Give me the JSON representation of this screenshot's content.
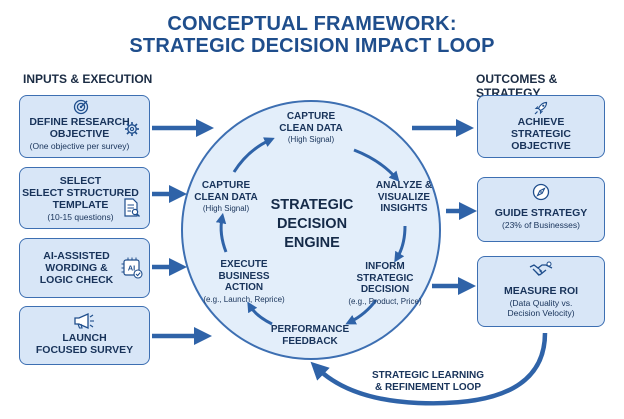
{
  "title": {
    "line1": "CONCEPTUAL FRAMEWORK:",
    "line2": "STRATEGIC DECISION IMPACT LOOP"
  },
  "inputs": {
    "heading": "INPUTS & EXECUTION",
    "items": [
      {
        "title": "DEFINE RESEARCH\nOBJECTIVE",
        "subtitle": "(One objective per survey)",
        "icon": "target-icon",
        "icon2": "gear-icon"
      },
      {
        "title": "SELECT\nSELECT STRUCTURED\nTEMPLATE",
        "subtitle": "(10-15 questions)",
        "icon": "document-search-icon"
      },
      {
        "title": "AI-ASSISTED\nWORDING &\nLOGIC CHECK",
        "subtitle": "",
        "icon": "ai-check-icon"
      },
      {
        "title": "LAUNCH\nFOCUSED SURVEY",
        "subtitle": "",
        "icon": "megaphone-icon"
      }
    ]
  },
  "outcomes": {
    "heading": "OUTCOMES & STRATEGY",
    "items": [
      {
        "title": "ACHIEVE\nSTRATEGIC\nOBJECTIVE",
        "subtitle": "",
        "icon": "rocket-icon"
      },
      {
        "title": "GUIDE STRATEGY",
        "subtitle": "(23% of Businesses)",
        "icon": "compass-icon"
      },
      {
        "title": "MEASURE ROI",
        "subtitle": "(Data Quality vs.\nDecision Velocity)",
        "icon": "handshake-icon"
      }
    ]
  },
  "engine": {
    "title": "STRATEGIC\nDECISION\nENGINE",
    "steps": [
      {
        "title": "CAPTURE\nCLEAN DATA",
        "subtitle": "(High Signal)"
      },
      {
        "title": "ANALYZE &\nVISUALIZE\nINSIGHTS",
        "subtitle": ""
      },
      {
        "title": "INFORM\nSTRATEGIC\nDECISION",
        "subtitle": "(e.g., Product, Price)"
      },
      {
        "title": "PERFORMANCE\nFEEDBACK",
        "subtitle": ""
      },
      {
        "title": "EXECUTE\nBUSINESS\nACTION",
        "subtitle": "(e.g., Launch, Reprice)"
      },
      {
        "title": "CAPTURE\nCLEAN DATA",
        "subtitle": "(High Signal)"
      }
    ]
  },
  "loop_label": "STRATEGIC LEARNING\n& REFINEMENT LOOP",
  "colors": {
    "primary": "#1f4e8c",
    "box_fill": "#d8e6f7",
    "box_border": "#3d6fb2",
    "circle_fill": "#e3eefa",
    "arrow": "#2f63a8"
  }
}
